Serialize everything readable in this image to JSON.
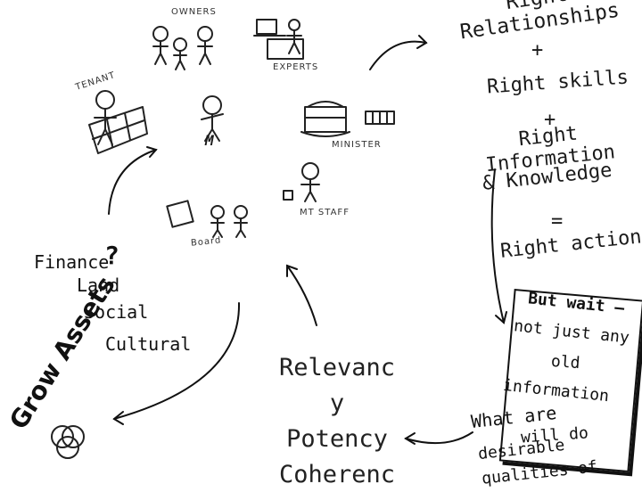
{
  "sketch_labels": {
    "owners": "OWNERS",
    "experts": "EXPERTS",
    "tenant": "TENANT",
    "minister": "MINISTER",
    "mt_staff": "MT STAFF",
    "board": "Board",
    "m_mark": "M"
  },
  "equation": {
    "line1": "Right Relationships",
    "plus1": "+",
    "line2": "Right skills",
    "plus2": "+",
    "line3": "Right Information",
    "line4": "& Knowledge",
    "equals": "=",
    "line5": "Right action"
  },
  "assets": {
    "finance": "Finance",
    "question": "?",
    "land": "Land",
    "social": "Social",
    "cultural": "Cultural",
    "grow": "Grow Assets"
  },
  "qualities": {
    "line1": "Relevanc",
    "line2": "y",
    "line3": "Potency",
    "line4": "Coherenc"
  },
  "note": {
    "line1": "But wait –",
    "line2": "not just any",
    "line3": "old",
    "line4": "information",
    "line5a": "What are",
    "line5b": "will do",
    "line6": "desirable",
    "line7": "qualities of"
  },
  "colors": {
    "ink": "#111111",
    "paper": "#ffffff"
  }
}
